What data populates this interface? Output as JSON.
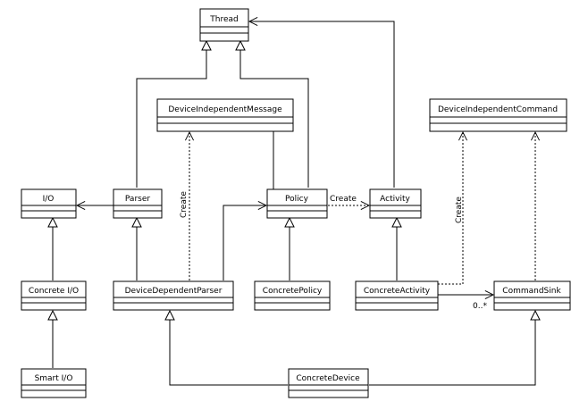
{
  "classes": {
    "thread": "Thread",
    "device_independent_message": "DeviceIndependentMessage",
    "device_independent_command": "DeviceIndependentCommand",
    "io": "I/O",
    "parser": "Parser",
    "policy": "Policy",
    "activity": "Activity",
    "concrete_io": "Concrete I/O",
    "device_dependent_parser": "DeviceDependentParser",
    "concrete_policy": "ConcretePolicy",
    "concrete_activity": "ConcreteActivity",
    "command_sink": "CommandSink",
    "smart_io": "Smart I/O",
    "concrete_device": "ConcreteDevice"
  },
  "labels": {
    "create_parser_message": "Create",
    "create_policy_activity": "Create",
    "create_activity_command": "Create",
    "multiplicity_command_sink": "0..*"
  }
}
